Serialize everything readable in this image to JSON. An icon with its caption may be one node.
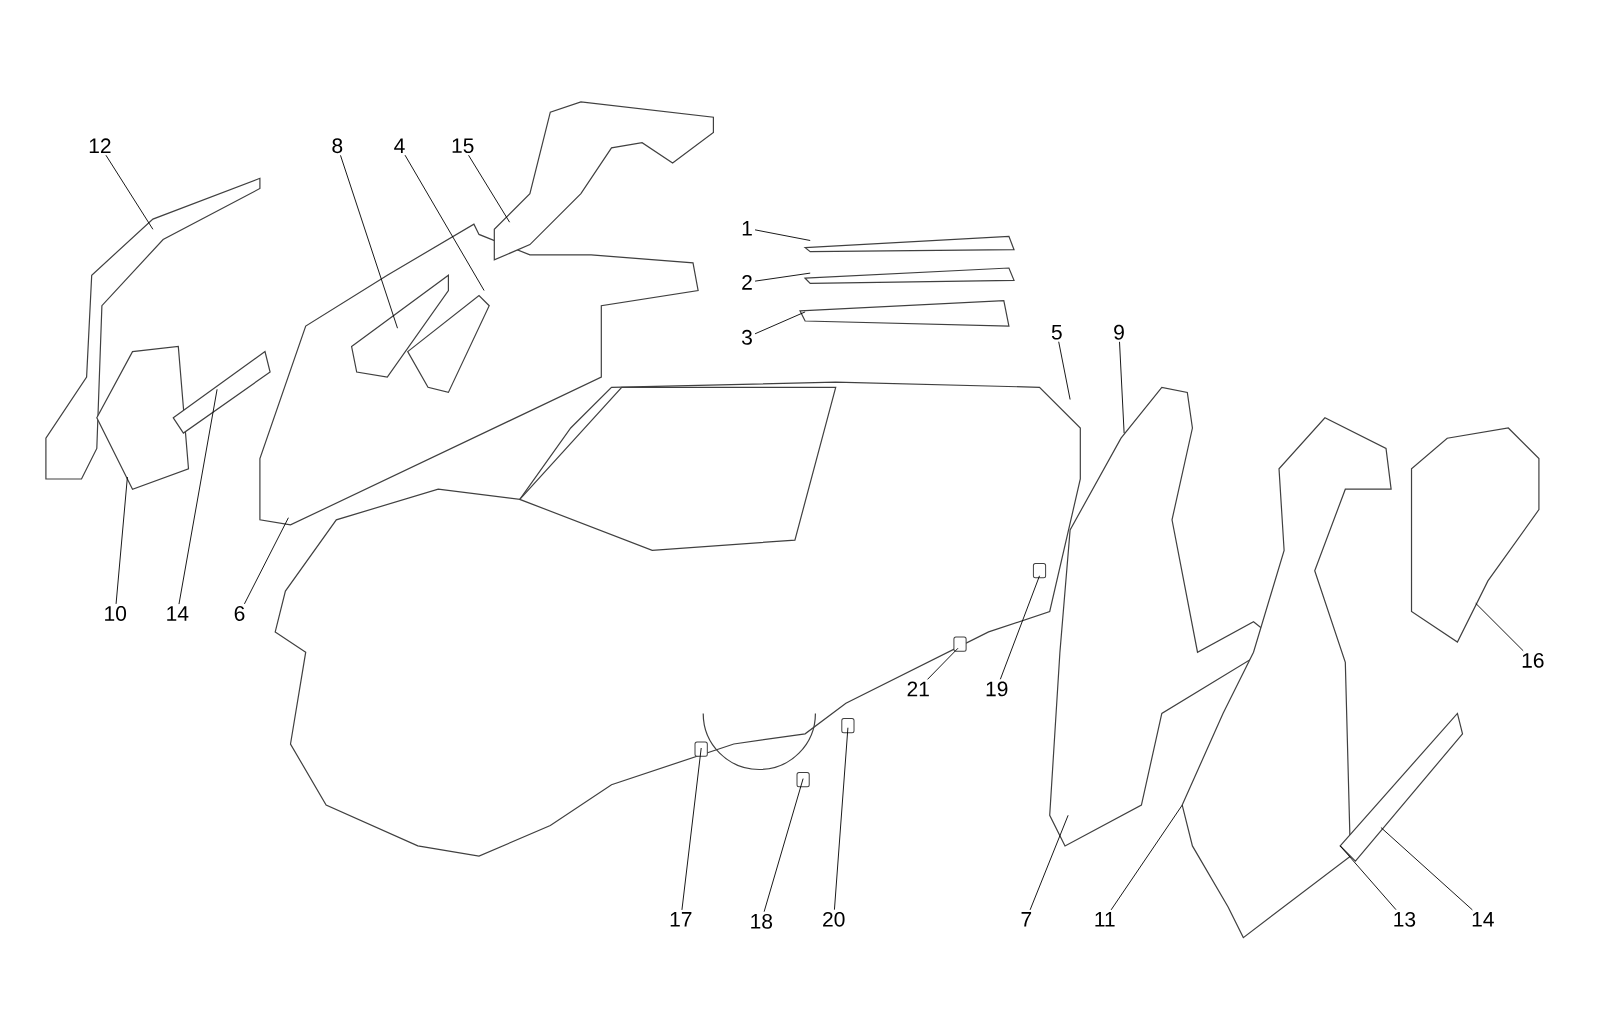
{
  "diagram": {
    "nodes": [
      {
        "text": [
          "12"
        ]
      },
      {
        "text": [
          "8"
        ]
      },
      {
        "text": [
          "4"
        ]
      },
      {
        "text": [
          "15"
        ]
      },
      {
        "text": [
          "1"
        ]
      },
      {
        "text": [
          "2"
        ]
      },
      {
        "text": [
          "3"
        ]
      },
      {
        "text": [
          "5"
        ]
      },
      {
        "text": [
          "9"
        ]
      },
      {
        "text": [
          "10"
        ]
      },
      {
        "text": [
          "14"
        ]
      },
      {
        "text": [
          "6"
        ]
      },
      {
        "text": [
          "16"
        ]
      },
      {
        "text": [
          "21"
        ]
      },
      {
        "text": [
          "19"
        ]
      },
      {
        "text": [
          "17"
        ]
      },
      {
        "text": [
          "18"
        ]
      },
      {
        "text": [
          "20"
        ]
      },
      {
        "text": [
          "7"
        ]
      },
      {
        "text": [
          "11"
        ]
      },
      {
        "text": [
          "13"
        ]
      },
      {
        "text": [
          "14"
        ]
      }
    ],
    "edges": [
      {
        "from": 0,
        "to": null,
        "arrow": "none"
      },
      {
        "from": 1,
        "to": null,
        "arrow": "none"
      },
      {
        "from": 2,
        "to": null,
        "arrow": "none"
      },
      {
        "from": 3,
        "to": null,
        "arrow": "none"
      },
      {
        "from": 4,
        "to": null,
        "arrow": "none"
      },
      {
        "from": 5,
        "to": null,
        "arrow": "none"
      },
      {
        "from": 6,
        "to": null,
        "arrow": "none"
      },
      {
        "from": 7,
        "to": null,
        "arrow": "none"
      },
      {
        "from": 8,
        "to": null,
        "arrow": "none"
      },
      {
        "from": 9,
        "to": null,
        "arrow": "none"
      },
      {
        "from": 10,
        "to": null,
        "arrow": "none"
      },
      {
        "from": 11,
        "to": null,
        "arrow": "none"
      },
      {
        "from": 12,
        "to": null,
        "arrow": "none"
      },
      {
        "from": 13,
        "to": null,
        "arrow": "none"
      },
      {
        "from": 14,
        "to": null,
        "arrow": "none"
      },
      {
        "from": 15,
        "to": null,
        "arrow": "none"
      },
      {
        "from": 16,
        "to": null,
        "arrow": "none"
      },
      {
        "from": 17,
        "to": null,
        "arrow": "none"
      },
      {
        "from": 18,
        "to": null,
        "arrow": "none"
      },
      {
        "from": 19,
        "to": null,
        "arrow": "none"
      },
      {
        "from": 20,
        "to": null,
        "arrow": "none"
      },
      {
        "from": 21,
        "to": null,
        "arrow": "none"
      }
    ]
  }
}
